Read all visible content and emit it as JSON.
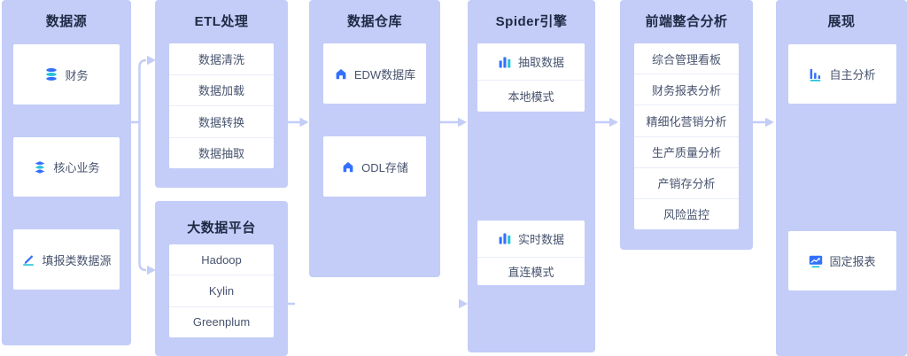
{
  "colors": {
    "column_bg": "#c3cdf8",
    "card_bg": "#ffffff",
    "divider": "#e9edfa",
    "header_text": "#1e2a44",
    "item_text": "#47536e",
    "accent_blue": "#3370ff",
    "accent_teal": "#25c4d8",
    "connector": "#c3cdf8"
  },
  "columns": {
    "datasource": {
      "title": "数据源",
      "items": [
        {
          "label": "财务",
          "icon": "database-icon"
        },
        {
          "label": "核心业务",
          "icon": "layers-icon"
        },
        {
          "label": "填报类数据源",
          "icon": "pen-icon"
        }
      ]
    },
    "etl": {
      "title": "ETL处理",
      "items": [
        "数据清洗",
        "数据加载",
        "数据转换",
        "数据抽取"
      ]
    },
    "bigdata": {
      "title": "大数据平台",
      "items": [
        "Hadoop",
        "Kylin",
        "Greenplum"
      ]
    },
    "warehouse": {
      "title": "数据仓库",
      "items": [
        {
          "label": "EDW数据库",
          "icon": "home-icon"
        },
        {
          "label": "ODL存储",
          "icon": "home-icon"
        }
      ]
    },
    "spider": {
      "title": "Spider引擎",
      "groups": [
        {
          "top": "抽取数据",
          "bottom": "本地模式",
          "icon": "bar-chart-icon"
        },
        {
          "top": "实时数据",
          "bottom": "直连模式",
          "icon": "bar-chart-icon"
        }
      ]
    },
    "frontend": {
      "title": "前端整合分析",
      "items": [
        "综合管理看板",
        "财务报表分析",
        "精细化营销分析",
        "生产质量分析",
        "产销存分析",
        "风险监控"
      ]
    },
    "display": {
      "title": "展现",
      "items": [
        {
          "label": "自主分析",
          "icon": "self-analysis-icon"
        },
        {
          "label": "固定报表",
          "icon": "fixed-report-icon"
        }
      ]
    }
  },
  "flows": [
    "数据源→ETL处理",
    "数据源→大数据平台",
    "ETL处理→数据仓库",
    "数据仓库→Spider引擎",
    "大数据平台→Spider引擎",
    "Spider引擎→前端整合分析",
    "前端整合分析→展现"
  ]
}
